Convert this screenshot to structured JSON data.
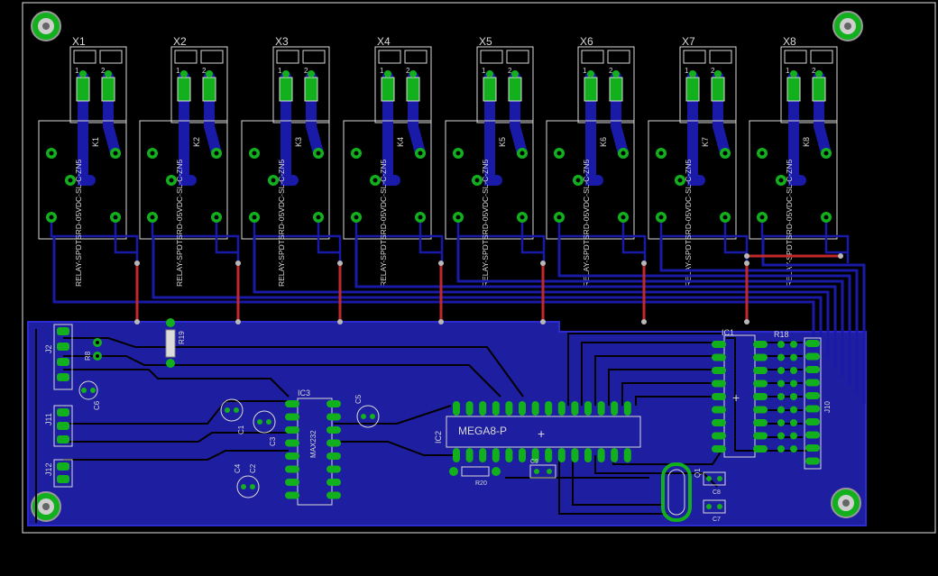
{
  "colors": {
    "background": "#000000",
    "board_outline": "#bfbfbf",
    "bottom_copper": "#1a1aa8",
    "ground_pour": "#1e1ea0",
    "top_copper": "#c0282a",
    "pad": "#13b01e",
    "silkscreen": "#d9d9d9",
    "via": "#b8b8b8"
  },
  "connectors": [
    {
      "label": "X1",
      "pin1": "1",
      "pin2": "2"
    },
    {
      "label": "X2",
      "pin1": "1",
      "pin2": "2"
    },
    {
      "label": "X3",
      "pin1": "1",
      "pin2": "2"
    },
    {
      "label": "X4",
      "pin1": "1",
      "pin2": "2"
    },
    {
      "label": "X5",
      "pin1": "1",
      "pin2": "2"
    },
    {
      "label": "X6",
      "pin1": "1",
      "pin2": "2"
    },
    {
      "label": "X7",
      "pin1": "1",
      "pin2": "2"
    },
    {
      "label": "X8",
      "pin1": "1",
      "pin2": "2"
    }
  ],
  "relays": [
    {
      "ref": "K1",
      "part": "RELAY-SPDTSRD-05VDC-SL-C-ZN5"
    },
    {
      "ref": "K2",
      "part": "RELAY-SPDTSRD-05VDC-SL-C-ZN5"
    },
    {
      "ref": "K3",
      "part": "RELAY-SPDTSRD-05VDC-SL-C-ZN5"
    },
    {
      "ref": "K4",
      "part": "RELAY-SPDTSRD-05VDC-SL-C-ZN5"
    },
    {
      "ref": "K5",
      "part": "RELAY-SPDTSRD-05VDC-SL-C-ZN5"
    },
    {
      "ref": "K6",
      "part": "RELAY-SPDTSRD-05VDC-SL-C-ZN5"
    },
    {
      "ref": "K7",
      "part": "RELAY-SPDTSRD-05VDC-SL-C-ZN5"
    },
    {
      "ref": "K8",
      "part": "RELAY-SPDTSRD-05VDC-SL-C-ZN5"
    }
  ],
  "components": {
    "j2": "J2",
    "j11": "J11",
    "j12": "J12",
    "j10": "J10",
    "r8": "R8",
    "r19": "R19",
    "r18": "R18",
    "r20": "R20",
    "c1": "C1",
    "c2": "C2",
    "c3": "C3",
    "c4": "C4",
    "c5": "C5",
    "c6": "C6",
    "c7": "C7",
    "c8": "C8",
    "c9": "C9",
    "ic1": "IC1",
    "ic2": "IC2",
    "ic3": "IC3",
    "q1": "Q1",
    "mega8_value": "MEGA8-P",
    "max232_value": "MAX232"
  }
}
